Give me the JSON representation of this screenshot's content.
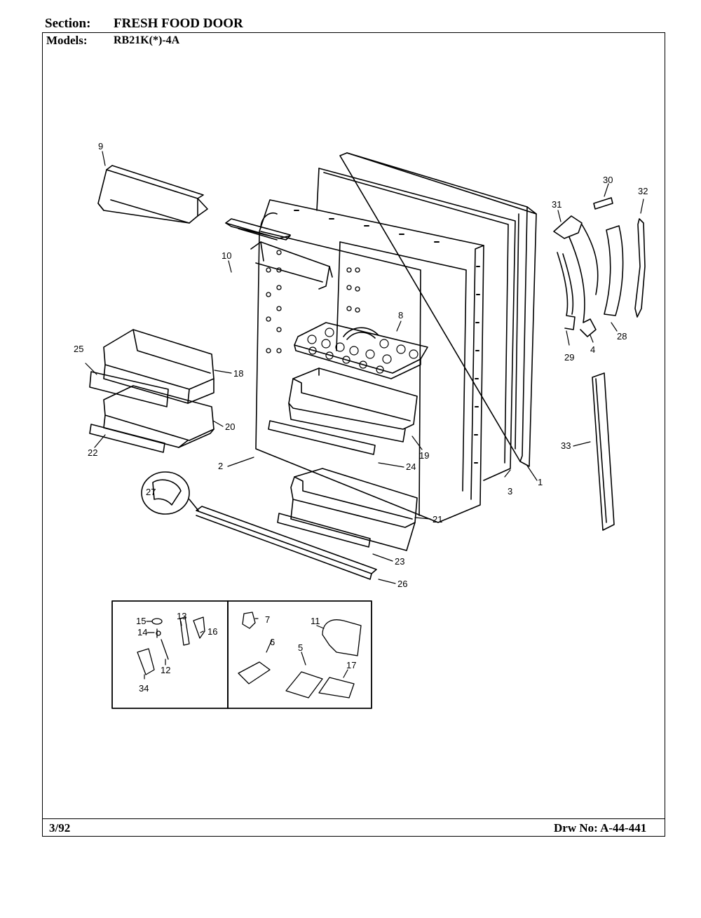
{
  "header": {
    "section_label": "Section:",
    "section_value": "FRESH FOOD DOOR",
    "models_label": "Models:",
    "models_value": "RB21K(*)-4A"
  },
  "footer": {
    "date": "3/92",
    "drawing_number": "Drw No: A-44-441"
  },
  "callouts": [
    "1",
    "2",
    "3",
    "4",
    "5",
    "6",
    "7",
    "8",
    "9",
    "10",
    "11",
    "12",
    "13",
    "14",
    "15",
    "16",
    "17",
    "18",
    "19",
    "20",
    "21",
    "22",
    "23",
    "24",
    "25",
    "26",
    "27",
    "28",
    "29",
    "30",
    "31",
    "32",
    "33",
    "34"
  ]
}
